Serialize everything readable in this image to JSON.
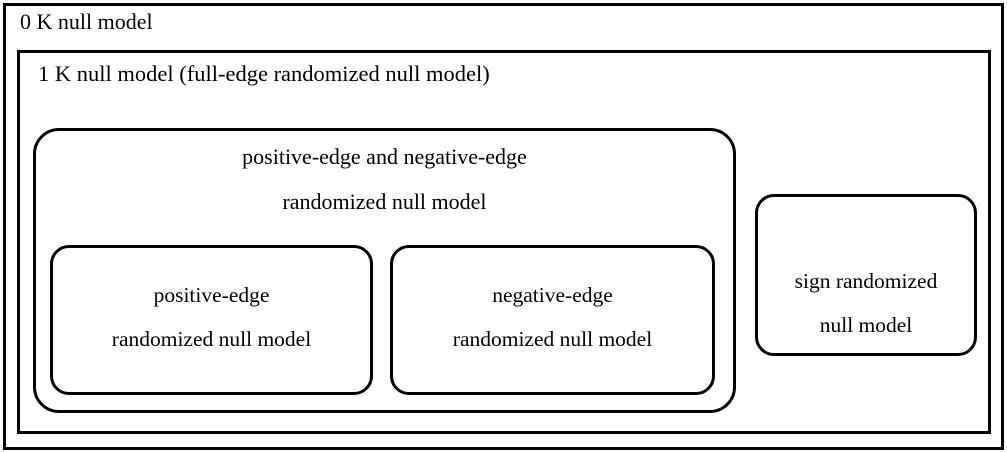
{
  "diagram": {
    "title_outer": "0 K null model",
    "title_inner": "1 K null model (full-edge randomized null model)",
    "posneg_box": {
      "line1": "positive-edge and negative-edge",
      "line2": "randomized null model"
    },
    "positive_box": {
      "line1": "positive-edge",
      "line2": "randomized null model"
    },
    "negative_box": {
      "line1": "negative-edge",
      "line2": "randomized null model"
    },
    "sign_box": {
      "line1": "sign randomized",
      "line2": "null model"
    },
    "colors": {
      "stroke": "#000000",
      "background": "#ffffff",
      "text": "#000000"
    }
  }
}
